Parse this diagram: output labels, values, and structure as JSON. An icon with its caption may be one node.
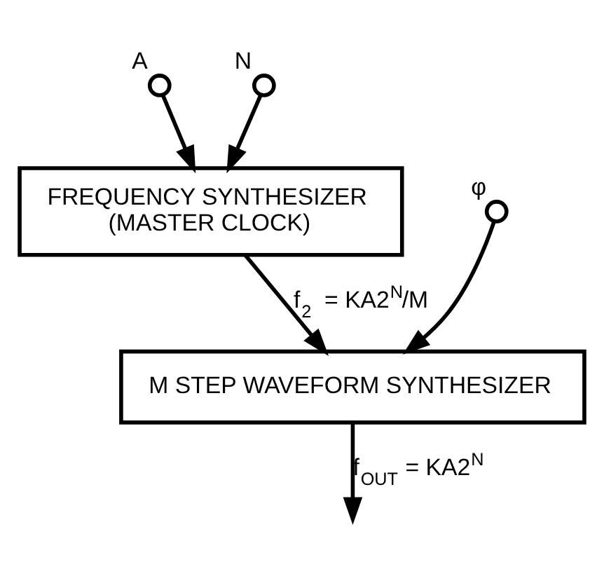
{
  "diagram": {
    "nodes": [
      {
        "text": [],
        "shape": "circle",
        "beside": [
          "A"
        ]
      },
      {
        "text": [],
        "shape": "circle",
        "beside": [
          "N"
        ]
      },
      {
        "text": [
          "FREQUENCY SYNTHESIZER",
          "(MASTER CLOCK)"
        ]
      },
      {
        "text": [],
        "shape": "circle",
        "beside": [
          "φ"
        ]
      },
      {
        "text": [
          "M STEP WAVEFORM SYNTHESIZER"
        ]
      }
    ],
    "edges": [
      {
        "from": 0,
        "to": 2,
        "arrow": "to"
      },
      {
        "from": 1,
        "to": 2,
        "arrow": "to"
      },
      {
        "from": 2,
        "to": 4,
        "arrow": "to",
        "label": "f$_{2}$ = KA2$^{N}$/M"
      },
      {
        "from": 3,
        "to": 4,
        "arrow": "to"
      },
      {
        "from": 4,
        "to": null,
        "arrow": "to",
        "label": "f$_{OUT}$ = KA2$^{N}$"
      }
    ]
  }
}
